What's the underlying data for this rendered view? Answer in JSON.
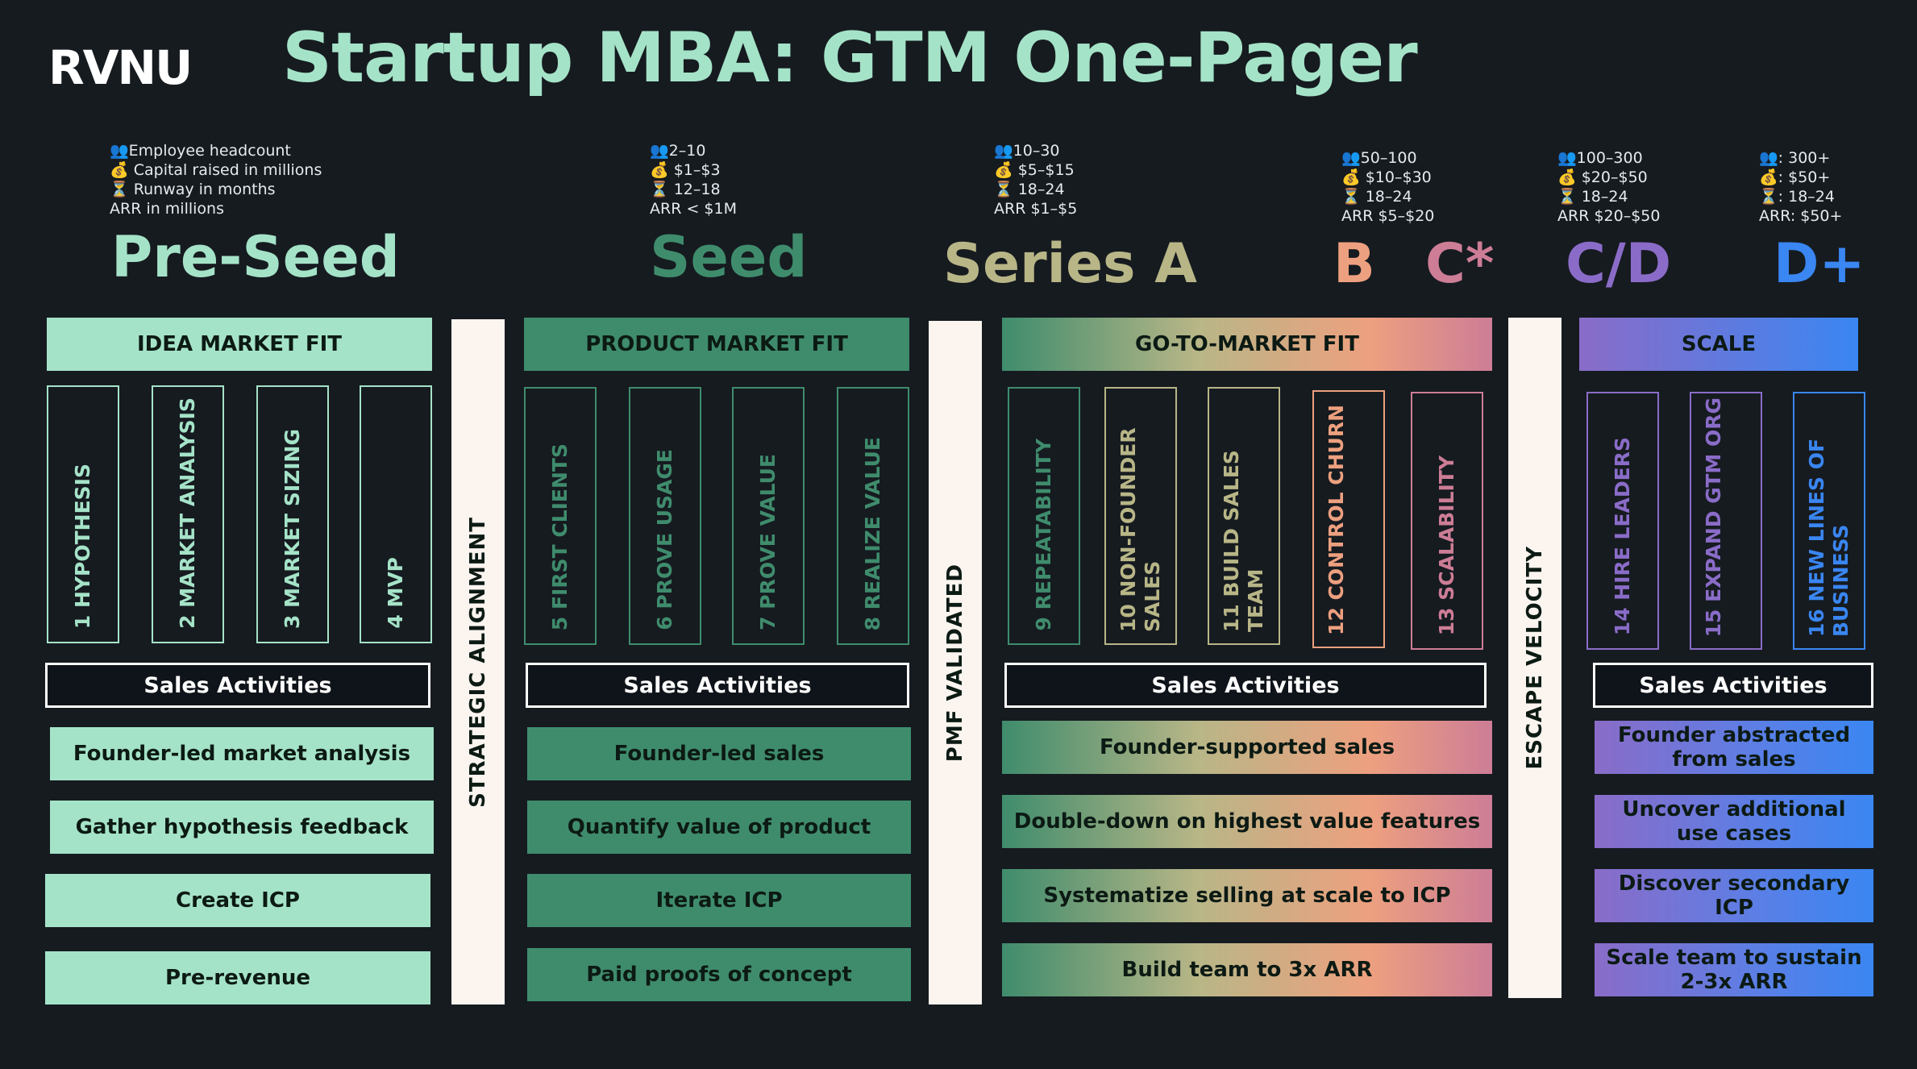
{
  "logo": "RVNU",
  "title": "Startup MBA: GTM One-Pager",
  "icons": {
    "people": "👥",
    "money": "💰",
    "hourglass": "⏳"
  },
  "legend": {
    "headcount": "Employee headcount",
    "capital": "Capital raised in millions",
    "runway": "Runway in months",
    "arr": "ARR in millions"
  },
  "stats": {
    "seed": {
      "headcount": "2–10",
      "capital": "$1–$3",
      "runway": "12–18",
      "arr": "ARR < $1M"
    },
    "seriesA": {
      "headcount": "10–30",
      "capital": "$5–$15",
      "runway": "18–24",
      "arr": "ARR $1–$5"
    },
    "b": {
      "headcount": "50–100",
      "capital": "$10–$30",
      "runway": "18–24",
      "arr": "ARR $5–$20"
    },
    "cd": {
      "headcount": "100–300",
      "capital": "$20–$50",
      "runway": "18–24",
      "arr": "ARR $20–$50"
    },
    "dplus": {
      "headcount": ": 300+",
      "capital": ": $50+",
      "runway": ": 18–24",
      "arr": "ARR: $50+"
    }
  },
  "stages": {
    "preseed": "Pre-Seed",
    "seed": "Seed",
    "seriesA": "Series A",
    "b": "B",
    "cstar": "C*",
    "cd": "C/D",
    "dplus": "D+"
  },
  "colors": {
    "preseed": "#a5e3c8",
    "seed": "#3f8c6d",
    "seriesA": "#b8b687",
    "b": "#eda07f",
    "cstar": "#cd7d96",
    "cd": "#8a6cc8",
    "dplus": "#3a86f2"
  },
  "phases": {
    "idea": "IDEA MARKET FIT",
    "product": "PRODUCT MARKET FIT",
    "gtm": "GO-TO-MARKET FIT",
    "scale": "SCALE"
  },
  "pillars": {
    "strategic": "STRATEGIC ALIGNMENT",
    "pmf": "PMF VALIDATED",
    "escape": "ESCAPE VELOCITY"
  },
  "steps": {
    "s1": "1  HYPOTHESIS",
    "s2": "2  MARKET ANALYSIS",
    "s3": "3  MARKET SIZING",
    "s4": "4  MVP",
    "s5": "5  FIRST CLIENTS",
    "s6": "6  PROVE USAGE",
    "s7": "7  PROVE VALUE",
    "s8": "8  REALIZE VALUE",
    "s9": "9  REPEATABILITY",
    "s10": "10  NON-FOUNDER SALES",
    "s11": "11  BUILD SALES TEAM",
    "s12": "12  CONTROL CHURN",
    "s13": "13  SCALABILITY",
    "s14": "14  HIRE LEADERS",
    "s15": "15  EXPAND GTM ORG",
    "s16": "16  NEW LINES OF BUSINESS"
  },
  "sales_label": "Sales Activities",
  "activities": {
    "idea": [
      "Founder-led market analysis",
      "Gather hypothesis feedback",
      "Create ICP",
      "Pre-revenue"
    ],
    "product": [
      "Founder-led sales",
      "Quantify value of product",
      "Iterate ICP",
      "Paid proofs of concept"
    ],
    "gtm": [
      "Founder-supported sales",
      "Double-down on highest value features",
      "Systematize selling at scale to ICP",
      "Build team to 3x ARR"
    ],
    "scale": [
      "Founder abstracted from sales",
      "Uncover additional use cases",
      "Discover secondary ICP",
      "Scale team to sustain 2-3x ARR"
    ]
  }
}
